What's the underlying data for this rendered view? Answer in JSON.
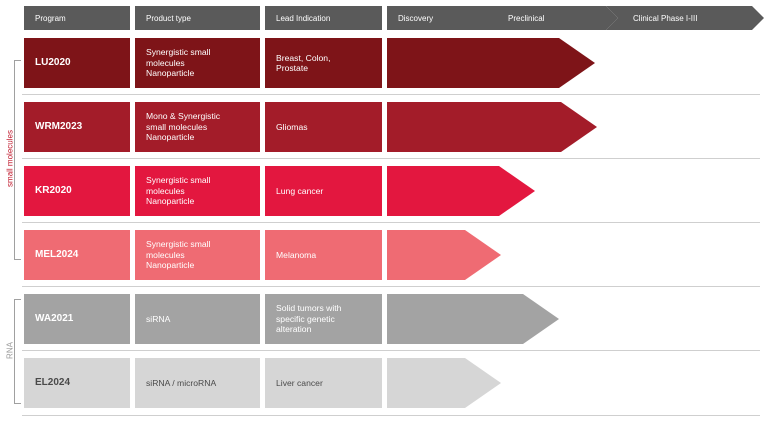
{
  "header": {
    "program": "Program",
    "product_type": "Product type",
    "lead_indication": "Lead Indication",
    "phases": [
      "Discovery",
      "Preclinical",
      "Clinical Phase I-III"
    ]
  },
  "groups": [
    {
      "label": "small molecules",
      "color": "#c0192c"
    },
    {
      "label": "RNA",
      "color": "#9a9a9a"
    }
  ],
  "rows": [
    {
      "program": "LU2020",
      "product_type": "Synergistic small\nmolecules\nNanoparticle",
      "indication": "Breast, Colon,\nProstate",
      "color": "#7e1418",
      "text_color": "#ffffff",
      "stage": "Preclinical"
    },
    {
      "program": "WRM2023",
      "product_type": "Mono & Synergistic\nsmall molecules\nNanoparticle",
      "indication": "Gliomas",
      "color": "#a31c29",
      "text_color": "#ffffff",
      "stage": "Preclinical"
    },
    {
      "program": "KR2020",
      "product_type": "Synergistic small\nmolecules\nNanoparticle",
      "indication": "Lung cancer",
      "color": "#e3173f",
      "text_color": "#ffffff",
      "stage": "Preclinical"
    },
    {
      "program": "MEL2024",
      "product_type": "Synergistic small\nmolecules\nNanoparticle",
      "indication": "Melanoma",
      "color": "#ef6b73",
      "text_color": "#ffffff",
      "stage": "Discovery"
    },
    {
      "program": "WA2021",
      "product_type": "siRNA",
      "indication": "Solid tumors with\nspecific genetic\nalteration",
      "color": "#a3a3a3",
      "text_color": "#ffffff",
      "stage": "Preclinical"
    },
    {
      "program": "EL2024",
      "product_type": "siRNA / microRNA",
      "indication": "Liver cancer",
      "color": "#d6d6d6",
      "text_color": "#4a4a4a",
      "stage": "Discovery"
    }
  ]
}
